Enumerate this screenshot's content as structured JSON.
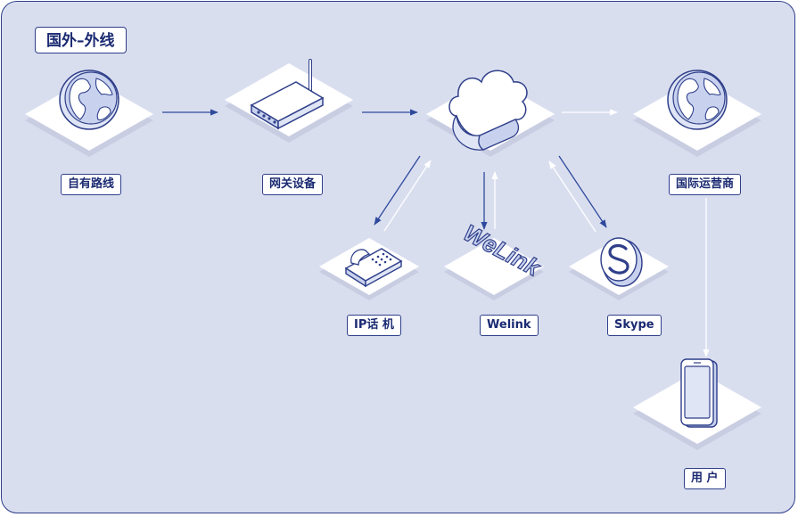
{
  "title": "国外–外线",
  "nodes": {
    "own_route": {
      "label": "自有路线",
      "icon": "globe-icon"
    },
    "gateway": {
      "label": "网关设备",
      "icon": "router-icon"
    },
    "cloud": {
      "label": "",
      "icon": "cloud-icon"
    },
    "intl_carrier": {
      "label": "国际运营商",
      "icon": "globe-icon"
    },
    "ip_phone": {
      "label": "IP话 机",
      "icon": "telephone-icon"
    },
    "welink": {
      "label": "Welink",
      "icon": "welink-logo-icon"
    },
    "skype": {
      "label": "Skype",
      "icon": "skype-logo-icon"
    },
    "user": {
      "label": "用 户",
      "icon": "smartphone-icon"
    }
  },
  "logo_text": {
    "welink": "WeLink"
  },
  "colors": {
    "background": "#d9deef",
    "stroke": "#2f3f8a",
    "label_text": "#1b2a72",
    "arrow_dark": "#2f4a9c",
    "arrow_light": "#ffffff"
  }
}
